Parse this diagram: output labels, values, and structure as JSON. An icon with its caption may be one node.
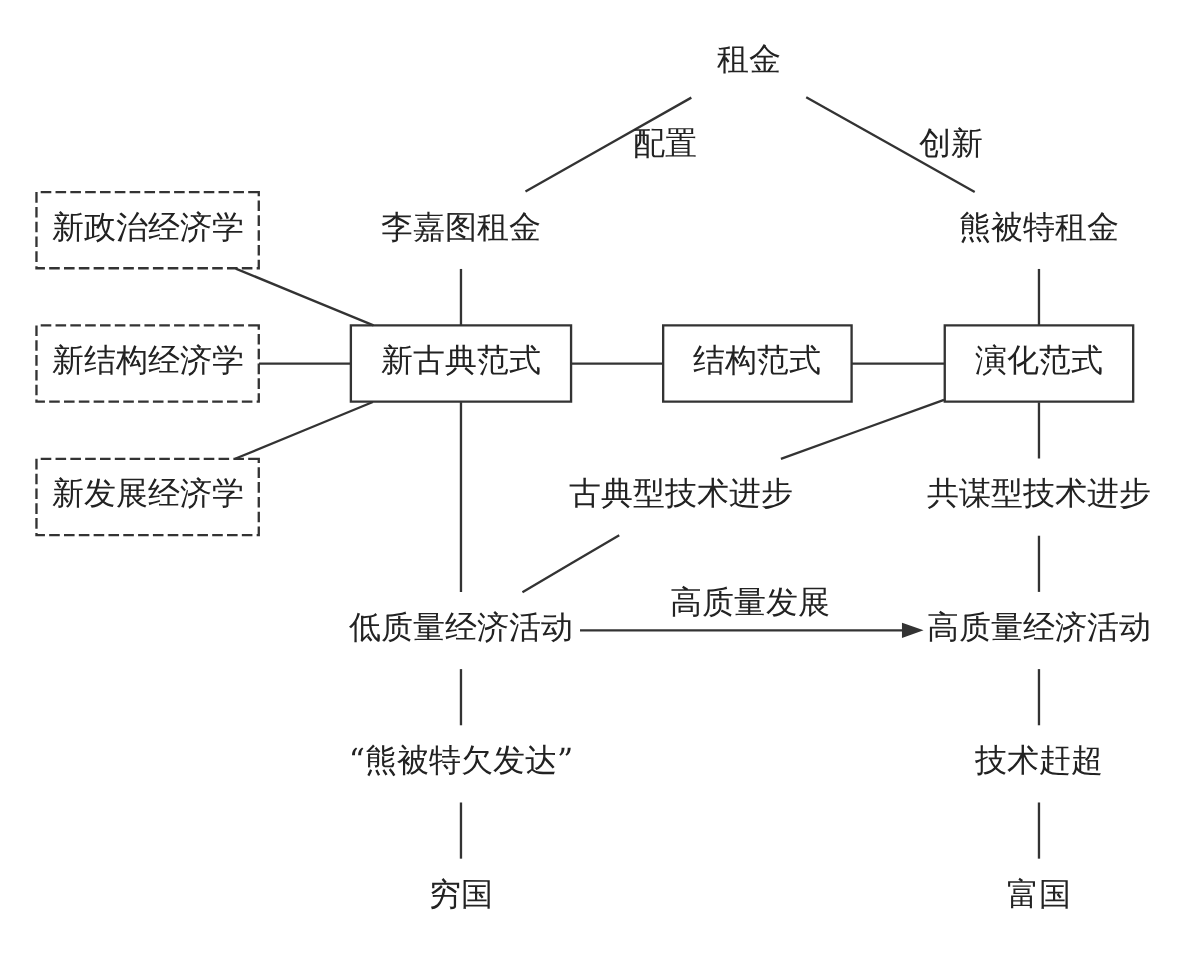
{
  "diagram": {
    "nodes": [
      {
        "text": [
          "租金"
        ]
      },
      {
        "text": [
          "李嘉图租金"
        ]
      },
      {
        "text": [
          "熊被特租金"
        ]
      },
      {
        "text": [
          "新政治经济学"
        ]
      },
      {
        "text": [
          "新结构经济学"
        ]
      },
      {
        "text": [
          "新古典范式"
        ]
      },
      {
        "text": [
          "结构范式"
        ]
      },
      {
        "text": [
          "演化范式"
        ]
      },
      {
        "text": [
          "新发展经济学"
        ]
      },
      {
        "text": [
          "古典型技术进步"
        ]
      },
      {
        "text": [
          "共谋型技术进步"
        ]
      },
      {
        "text": [
          "低质量经济活动"
        ]
      },
      {
        "text": [
          "高质量经济活动"
        ]
      },
      {
        "text": [
          "“熊被特欠发达”"
        ]
      },
      {
        "text": [
          "技术赶超"
        ]
      },
      {
        "text": [
          "穷国"
        ]
      },
      {
        "text": [
          "富国"
        ]
      }
    ],
    "edges": [
      {
        "from": 0,
        "to": 1,
        "arrow": "none",
        "label": "配置"
      },
      {
        "from": 0,
        "to": 2,
        "arrow": "none",
        "label": "创新"
      },
      {
        "from": 1,
        "to": 5,
        "arrow": "none"
      },
      {
        "from": 2,
        "to": 7,
        "arrow": "none"
      },
      {
        "from": 3,
        "to": 5,
        "arrow": "none"
      },
      {
        "from": 4,
        "to": 5,
        "arrow": "none"
      },
      {
        "from": 8,
        "to": 5,
        "arrow": "none"
      },
      {
        "from": 5,
        "to": 6,
        "arrow": "none"
      },
      {
        "from": 6,
        "to": 7,
        "arrow": "none"
      },
      {
        "from": 7,
        "to": 9,
        "arrow": "none"
      },
      {
        "from": 9,
        "to": 11,
        "arrow": "none"
      },
      {
        "from": 5,
        "to": 11,
        "arrow": "none"
      },
      {
        "from": 7,
        "to": 10,
        "arrow": "none"
      },
      {
        "from": 10,
        "to": 12,
        "arrow": "none"
      },
      {
        "from": 11,
        "to": 12,
        "arrow": "to",
        "label": "高质量发展"
      },
      {
        "from": 11,
        "to": 13,
        "arrow": "none"
      },
      {
        "from": 13,
        "to": 15,
        "arrow": "none"
      },
      {
        "from": 12,
        "to": 14,
        "arrow": "none"
      },
      {
        "from": 14,
        "to": 16,
        "arrow": "none"
      }
    ]
  }
}
